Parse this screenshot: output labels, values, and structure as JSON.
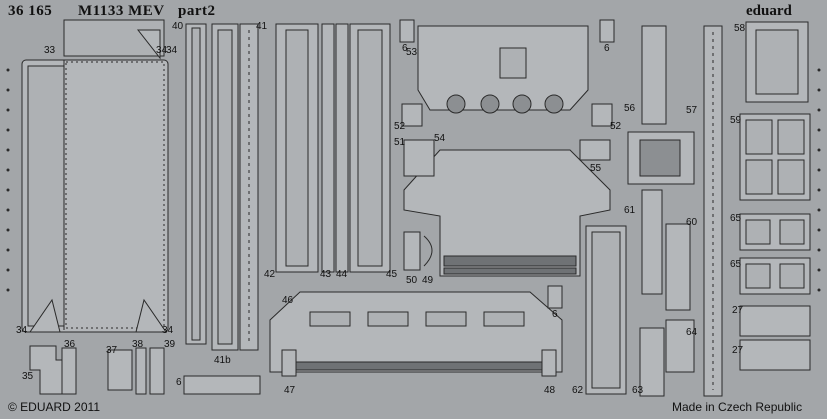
{
  "header": {
    "set_number": "36 165",
    "model": "M1133 MEV",
    "part": "part2",
    "brand": "eduard"
  },
  "footer": {
    "copyright": "© EDUARD 2011",
    "origin": "Made in Czech Republic"
  },
  "part_numbers": [
    "33",
    "34",
    "34",
    "34",
    "34",
    "35",
    "36",
    "37",
    "38",
    "39",
    "40",
    "41",
    "41b",
    "42",
    "43",
    "44",
    "45",
    "46",
    "47",
    "48",
    "6",
    "6",
    "6",
    "6",
    "50",
    "49",
    "51",
    "52",
    "52",
    "53",
    "54",
    "55",
    "56",
    "57",
    "58",
    "59",
    "60",
    "61",
    "62",
    "63",
    "64",
    "65",
    "65",
    "27",
    "27"
  ],
  "colors": {
    "fret": "#a3a6a9",
    "line": "#2a2a2a",
    "part_fill": "#b4b7ba",
    "dark": "#1e1e1e"
  }
}
